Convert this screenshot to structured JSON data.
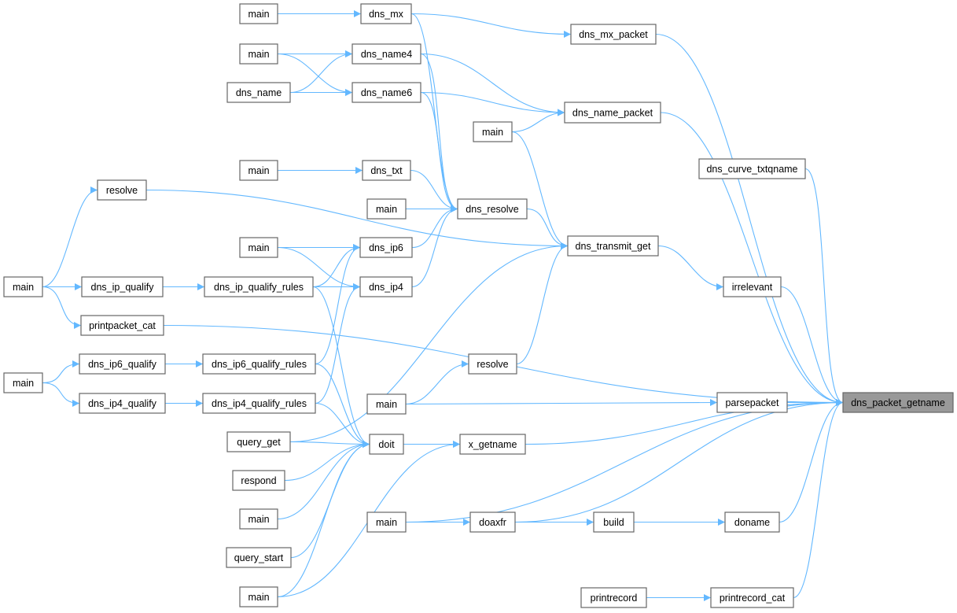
{
  "title": "dns_packet_getname caller graph",
  "colors": {
    "edge": "#63b8ff",
    "root_fill": "#999999",
    "node_border": "#666666"
  },
  "nodes": [
    {
      "id": "main_mx",
      "label": "main"
    },
    {
      "id": "dns_mx",
      "label": "dns_mx"
    },
    {
      "id": "dns_mx_packet",
      "label": "dns_mx_packet"
    },
    {
      "id": "main_n4",
      "label": "main"
    },
    {
      "id": "dns_name4",
      "label": "dns_name4"
    },
    {
      "id": "dns_name",
      "label": "dns_name"
    },
    {
      "id": "dns_name6",
      "label": "dns_name6"
    },
    {
      "id": "dns_name_packet",
      "label": "dns_name_packet"
    },
    {
      "id": "main_np",
      "label": "main"
    },
    {
      "id": "dns_curve_txtqname",
      "label": "dns_curve_txtqname"
    },
    {
      "id": "resolve1",
      "label": "resolve"
    },
    {
      "id": "main_txt",
      "label": "main"
    },
    {
      "id": "dns_txt",
      "label": "dns_txt"
    },
    {
      "id": "main_res",
      "label": "main"
    },
    {
      "id": "dns_resolve",
      "label": "dns_resolve"
    },
    {
      "id": "dns_transmit_get",
      "label": "dns_transmit_get"
    },
    {
      "id": "main_ip6",
      "label": "main"
    },
    {
      "id": "dns_ip6",
      "label": "dns_ip6"
    },
    {
      "id": "main_l1",
      "label": "main"
    },
    {
      "id": "dns_ip_qualify",
      "label": "dns_ip_qualify"
    },
    {
      "id": "dns_ip_qualify_rules",
      "label": "dns_ip_qualify_rules"
    },
    {
      "id": "dns_ip4",
      "label": "dns_ip4"
    },
    {
      "id": "irrelevant",
      "label": "irrelevant"
    },
    {
      "id": "printpacket_cat",
      "label": "printpacket_cat"
    },
    {
      "id": "dns_ip6_qualify",
      "label": "dns_ip6_qualify"
    },
    {
      "id": "dns_ip6_qualify_rules",
      "label": "dns_ip6_qualify_rules"
    },
    {
      "id": "resolve2",
      "label": "resolve"
    },
    {
      "id": "main_l2",
      "label": "main"
    },
    {
      "id": "dns_ip4_qualify",
      "label": "dns_ip4_qualify"
    },
    {
      "id": "dns_ip4_qualify_rules",
      "label": "dns_ip4_qualify_rules"
    },
    {
      "id": "main_pp",
      "label": "main"
    },
    {
      "id": "parsepacket",
      "label": "parsepacket"
    },
    {
      "id": "dns_packet_getname",
      "label": "dns_packet_getname",
      "root": true
    },
    {
      "id": "query_get",
      "label": "query_get"
    },
    {
      "id": "doit",
      "label": "doit"
    },
    {
      "id": "x_getname",
      "label": "x_getname"
    },
    {
      "id": "respond",
      "label": "respond"
    },
    {
      "id": "main_d1",
      "label": "main"
    },
    {
      "id": "main_dx",
      "label": "main"
    },
    {
      "id": "doaxfr",
      "label": "doaxfr"
    },
    {
      "id": "build",
      "label": "build"
    },
    {
      "id": "doname",
      "label": "doname"
    },
    {
      "id": "query_start",
      "label": "query_start"
    },
    {
      "id": "main_d2",
      "label": "main"
    },
    {
      "id": "printrecord",
      "label": "printrecord"
    },
    {
      "id": "printrecord_cat",
      "label": "printrecord_cat"
    }
  ],
  "edges": [
    [
      0,
      1
    ],
    [
      1,
      2
    ],
    [
      2,
      32
    ],
    [
      3,
      4
    ],
    [
      3,
      6
    ],
    [
      5,
      4
    ],
    [
      5,
      6
    ],
    [
      4,
      7
    ],
    [
      6,
      7
    ],
    [
      8,
      7
    ],
    [
      7,
      32
    ],
    [
      9,
      32
    ],
    [
      1,
      14
    ],
    [
      4,
      14
    ],
    [
      6,
      14
    ],
    [
      11,
      12
    ],
    [
      12,
      14
    ],
    [
      13,
      14
    ],
    [
      14,
      15
    ],
    [
      10,
      15
    ],
    [
      8,
      15
    ],
    [
      15,
      22
    ],
    [
      22,
      32
    ],
    [
      26,
      15
    ],
    [
      33,
      15
    ],
    [
      16,
      17
    ],
    [
      16,
      21
    ],
    [
      17,
      14
    ],
    [
      21,
      14
    ],
    [
      18,
      10
    ],
    [
      18,
      19
    ],
    [
      18,
      23
    ],
    [
      19,
      20
    ],
    [
      20,
      17
    ],
    [
      20,
      21
    ],
    [
      20,
      34
    ],
    [
      23,
      32
    ],
    [
      27,
      24
    ],
    [
      27,
      28
    ],
    [
      24,
      25
    ],
    [
      28,
      29
    ],
    [
      25,
      17
    ],
    [
      29,
      21
    ],
    [
      25,
      34
    ],
    [
      29,
      34
    ],
    [
      33,
      34
    ],
    [
      36,
      34
    ],
    [
      37,
      34
    ],
    [
      42,
      34
    ],
    [
      43,
      34
    ],
    [
      43,
      35
    ],
    [
      34,
      35
    ],
    [
      35,
      32
    ],
    [
      30,
      26
    ],
    [
      30,
      31
    ],
    [
      31,
      32
    ],
    [
      38,
      32
    ],
    [
      38,
      39
    ],
    [
      39,
      40
    ],
    [
      40,
      41
    ],
    [
      41,
      32
    ],
    [
      39,
      32
    ],
    [
      44,
      45
    ],
    [
      45,
      32
    ]
  ]
}
